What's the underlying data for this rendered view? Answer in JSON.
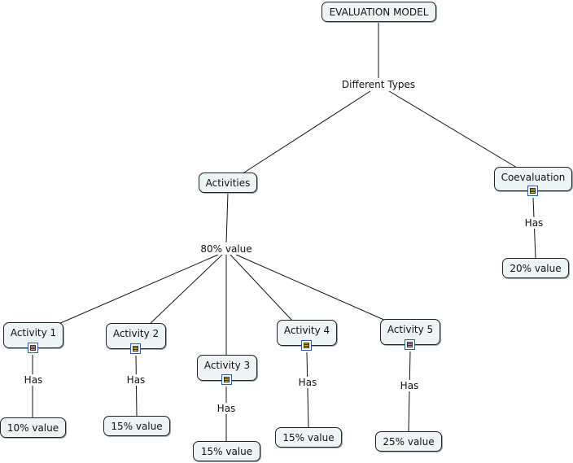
{
  "nodes": {
    "root": "EVALUATION MODEL",
    "activities": "Activities",
    "coevaluation": "Coevaluation",
    "coevaluation_value": "20% value",
    "activity1": "Activity 1",
    "activity2": "Activity 2",
    "activity3": "Activity 3",
    "activity4": "Activity 4",
    "activity5": "Activity 5",
    "value1": "10% value",
    "value2": "15% value",
    "value3": "15% value",
    "value4": "15% value",
    "value5": "25% value"
  },
  "links": {
    "different_types": "Different Types",
    "activities_value": "80% value",
    "has": "Has"
  },
  "icons": {
    "attachment": "document-icon"
  }
}
